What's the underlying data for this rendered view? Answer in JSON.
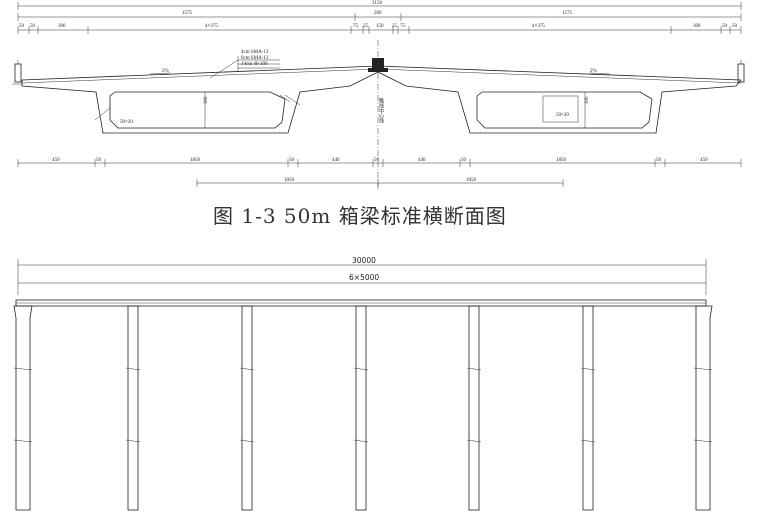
{
  "top_dims": {
    "overall": "3150",
    "left_half": "1575",
    "right_half": "1575",
    "center": "200",
    "row3": [
      "50",
      "50",
      "300",
      "4×375",
      "75",
      "25",
      "150",
      "25",
      "75",
      "4×375",
      "300",
      "50",
      "50"
    ]
  },
  "deck_labels": {
    "layer1": "4cm SMA-13",
    "layer2": "6cm SMA-13",
    "layer3": "14cm 40-100",
    "slope_left": "2%",
    "slope_right": "2%",
    "cell_left": "50×20",
    "cell_right": "50×20",
    "centerline": "路线中心线",
    "h_left": "300",
    "h_right": "300"
  },
  "bottom_dims": {
    "row1": [
      "450",
      "50",
      "1850",
      "50",
      "440",
      "50",
      "440",
      "50",
      "1850",
      "50",
      "450"
    ],
    "row2": [
      "1050",
      "1050"
    ]
  },
  "caption": "图 1-3  50m 箱梁标准横断面图",
  "elevation": {
    "total": "30000",
    "spans": "6×5000"
  }
}
